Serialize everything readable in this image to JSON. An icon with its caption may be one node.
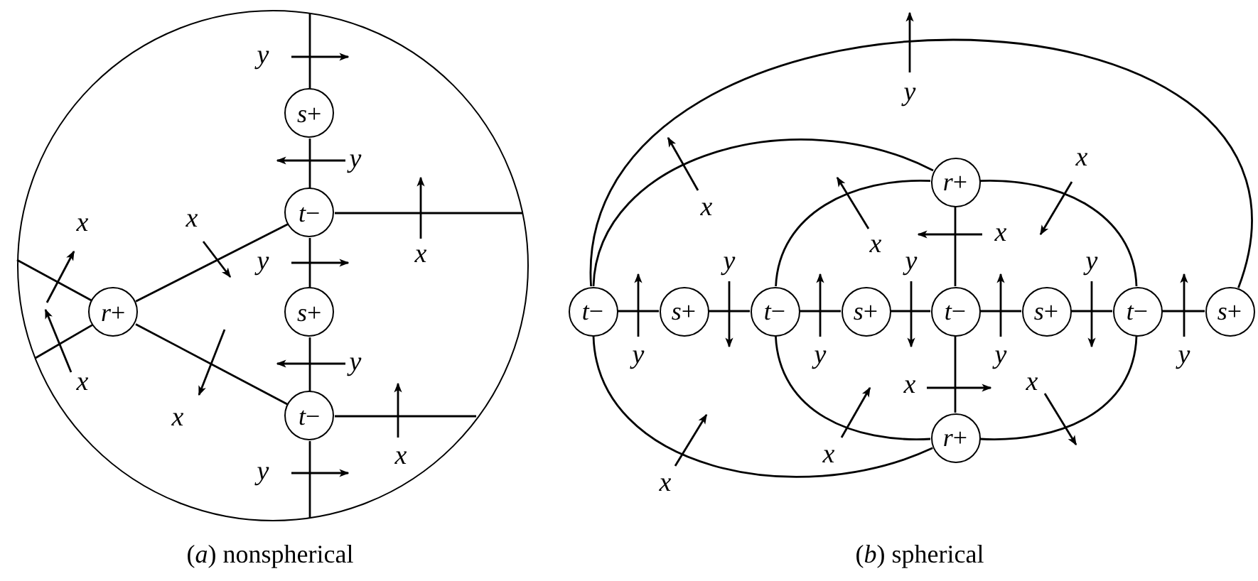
{
  "diagram": {
    "nodes": [
      {
        "text": [],
        "shape": "circle"
      },
      {
        "text": [
          "*s*+"
        ],
        "in": 0
      },
      {
        "text": [
          "*t*−"
        ],
        "in": 0
      },
      {
        "text": [
          "*r*+"
        ],
        "in": 0
      },
      {
        "text": [
          "*s*+"
        ],
        "in": 0
      },
      {
        "text": [
          "*t*−"
        ],
        "in": 0
      },
      {
        "text": [
          "*r*+"
        ]
      },
      {
        "text": [
          "*t*−"
        ]
      },
      {
        "text": [
          "*s*+"
        ]
      },
      {
        "text": [
          "*t*−"
        ]
      },
      {
        "text": [
          "*s*+"
        ]
      },
      {
        "text": [
          "*t*−"
        ]
      },
      {
        "text": [
          "*s*+"
        ]
      },
      {
        "text": [
          "*t*−"
        ]
      },
      {
        "text": [
          "*s*+"
        ]
      },
      {
        "text": [
          "*r*+"
        ]
      }
    ],
    "edges": [
      {
        "from": 0,
        "to": 1,
        "arrow": "none"
      },
      {
        "from": 1,
        "to": 2,
        "arrow": "none"
      },
      {
        "from": 2,
        "to": 0,
        "arrow": "none"
      },
      {
        "from": 3,
        "to": 2,
        "arrow": "none"
      },
      {
        "from": 2,
        "to": 4,
        "arrow": "none"
      },
      {
        "from": 4,
        "to": 5,
        "arrow": "none"
      },
      {
        "from": 3,
        "to": 5,
        "arrow": "none"
      },
      {
        "from": 3,
        "to": 0,
        "arrow": "none"
      },
      {
        "from": 3,
        "to": 0,
        "arrow": "none"
      },
      {
        "from": 5,
        "to": 0,
        "arrow": "none"
      },
      {
        "from": 5,
        "to": 0,
        "arrow": "none"
      },
      {
        "from": 7,
        "to": 8,
        "arrow": "none"
      },
      {
        "from": 8,
        "to": 9,
        "arrow": "none"
      },
      {
        "from": 9,
        "to": 10,
        "arrow": "none"
      },
      {
        "from": 10,
        "to": 11,
        "arrow": "none"
      },
      {
        "from": 11,
        "to": 12,
        "arrow": "none"
      },
      {
        "from": 12,
        "to": 13,
        "arrow": "none"
      },
      {
        "from": 13,
        "to": 14,
        "arrow": "none"
      },
      {
        "from": 6,
        "to": 11,
        "arrow": "none"
      },
      {
        "from": 11,
        "to": 15,
        "arrow": "none"
      },
      {
        "from": 9,
        "to": 6,
        "arrow": "none"
      },
      {
        "from": 6,
        "to": 13,
        "arrow": "none"
      },
      {
        "from": 13,
        "to": 15,
        "arrow": "none"
      },
      {
        "from": 15,
        "to": 9,
        "arrow": "none"
      },
      {
        "from": 7,
        "to": 14,
        "arrow": "none"
      },
      {
        "from": 7,
        "to": 6,
        "arrow": "none"
      },
      {
        "from": 7,
        "to": 15,
        "arrow": "none"
      }
    ],
    "labels": [
      "y",
      "y",
      "x",
      "x",
      "x",
      "y",
      "y",
      "x",
      "x",
      "x",
      "y",
      "y",
      "x",
      "x",
      "x",
      "x",
      "y",
      "y",
      "y",
      "y",
      "y",
      "y",
      "y",
      "x",
      "x",
      "x",
      "x",
      "(*a*) nonspherical",
      "(*b*) spherical"
    ]
  }
}
